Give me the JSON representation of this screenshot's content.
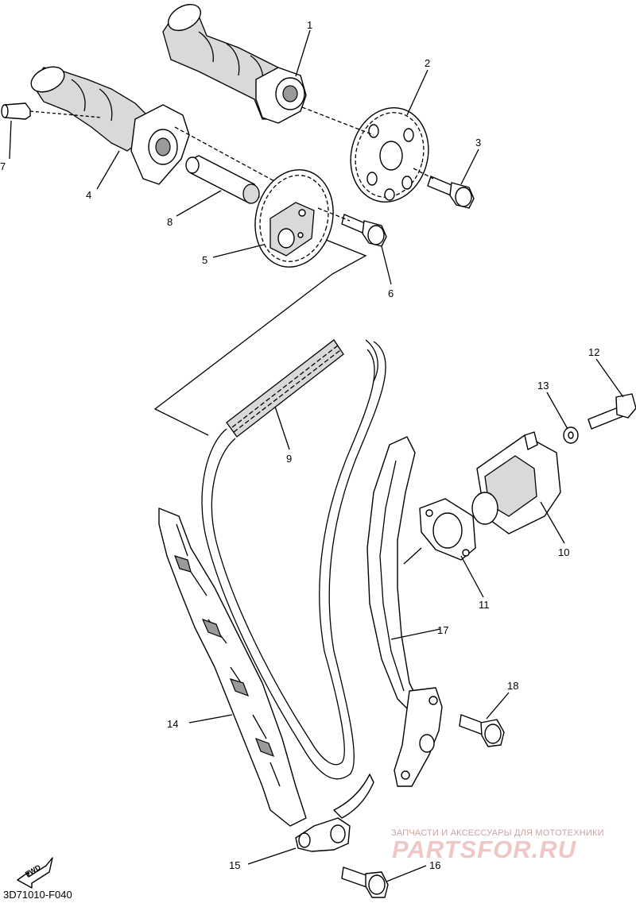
{
  "diagram": {
    "part_labels": [
      "1",
      "2",
      "3",
      "4",
      "5",
      "6",
      "7",
      "8",
      "9",
      "10",
      "11",
      "12",
      "13",
      "14",
      "15",
      "16",
      "17",
      "18"
    ],
    "fwd_label": "FWD",
    "diagram_code": "3D71010-F040"
  },
  "watermark": {
    "caption": "ЗАПЧАСТИ И АКСЕССУАРЫ ДЛЯ МОТОТЕХНИКИ",
    "logo": "PARTSFOR.RU"
  }
}
